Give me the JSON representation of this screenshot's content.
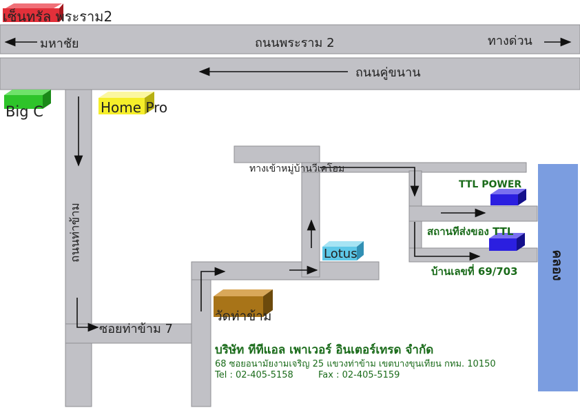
{
  "landmarks": {
    "central": "เซ็นทรัล พระราม2",
    "bigc": "Big C",
    "homepro": "Home Pro",
    "lotus": "Lotus",
    "temple": "วัดท่าข้าม",
    "ttl_power": "TTL POWER",
    "delivery": "สถานทีส่งของ TTL",
    "house_no": "บ้านเลขที่ 69/703"
  },
  "roads": {
    "rama2": "ถนนพระราม 2",
    "to_mahachai": "มหาชัย",
    "to_expressway": "ทางด่วน",
    "frontage": "ถนนคู่ขนาน",
    "thakham": "ถนนท่าข้าม",
    "soi7": "ซอยท่าข้าม 7",
    "village": "ทางเข้าหมู่บ้านวีเคโฮม",
    "canal": "คลอง"
  },
  "company": {
    "name": "บริษัท ทีทีแอล เพาเวอร์ อินเตอร์เทรด จำกัด",
    "address": "68 ซอยอนามัยงามเจริญ 25 แขวงท่าข้าม เขตบางขุนเทียน กทม. 10150",
    "tel": "Tel : 02-405-5158",
    "fax": "Fax : 02-405-5159"
  },
  "colors": {
    "road": "#c1c1c6",
    "road_edge": "#8e8e93",
    "canal": "#7b9de0",
    "central": "#e2303a",
    "bigc": "#2ec42a",
    "homepro": "#f5ee2a",
    "lotus": "#5ec8e8",
    "temple": "#a87418",
    "ttl": "#2b1fe0",
    "company_text": "#1a6b1a"
  }
}
